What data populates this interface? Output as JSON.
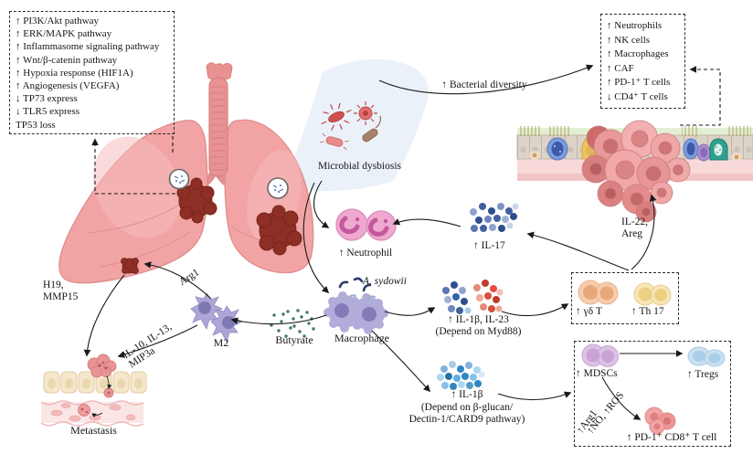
{
  "figure": {
    "description": "Mechanistic diagram of lung microbiota dysbiosis driving lung cancer progression",
    "colors": {
      "lung_pink": "#F2A4A4",
      "tumor_dark_red": "#8E2F26",
      "wedge_blue": "#EAF1F9",
      "neutrophil_pink": "#EFA9CF",
      "macrophage_purple": "#B2ACDA",
      "butyrate_green": "#3F7D5B",
      "il17_blue": "#41609E",
      "il23_red": "#D94F3D",
      "il1b_blue": "#5499C7",
      "gd_t_orange": "#E8A87C",
      "th17_yellow": "#EED084",
      "mdsc_purple": "#C9A3D4",
      "treg_blue": "#A8CEE8",
      "pd1_cd8_pink": "#F2A3A3"
    }
  },
  "pathways_box": {
    "items": [
      "↑ PI3K/Akt pathway",
      "↑ ERK/MAPK pathway",
      "↑ Inflammasome signaling pathway",
      "↑ Wnt/β-catenin pathway",
      "↑ Hypoxia response (HIF1A)",
      "↑ Angiogenesis (VEGFA)",
      "↓ TP73 express",
      "↓ TLR5 express",
      "TP53 loss"
    ]
  },
  "immune_box": {
    "items": [
      "↑ Neutrophils",
      "↑ NK cells",
      "↑ Macrophages",
      "↑ CAF",
      "↑ PD-1⁺ T cells",
      "↓ CD4⁺ T cells"
    ]
  },
  "labels": {
    "bacterial_diversity": "↑ Bacterial diversity",
    "microbial_dysbiosis": "Microbial dysbiosis",
    "neutrophil": "↑ Neutrophil",
    "il17": "↑ IL-17",
    "il22_line1": "IL-22,",
    "il22_line2": "Areg",
    "a_sydowii": "A. sydowii",
    "macrophage": "Macrophage",
    "butyrate": "Butyrate",
    "m2": "M2",
    "arg1": "Arg1",
    "il10_line1": "IL-10, IL-13,",
    "il10_line2": "MIP3a",
    "h19_line1": "H19,",
    "h19_line2": "MMP15",
    "metastasis": "Metastasis",
    "il1b_il23_line1": "↑ IL-1β, IL-23",
    "il1b_il23_line2": "(Depend on Myd88)",
    "gd_t": "↑ γδ T",
    "th17": "↑ Th 17",
    "il1b_line1": "↑ IL-1β",
    "il1b_line2": "(Depend on β-glucan/",
    "il1b_line3": "Dectin-1/CARD9 pathway)",
    "mdscs": "↑ MDSCs",
    "tregs": "↑ Tregs",
    "no_ros": "↑NO, ↑ROS",
    "arg1_mdsc": "↑Arg1",
    "pd1_cd8": "↑ PD-1⁺ CD8⁺ T cell"
  }
}
